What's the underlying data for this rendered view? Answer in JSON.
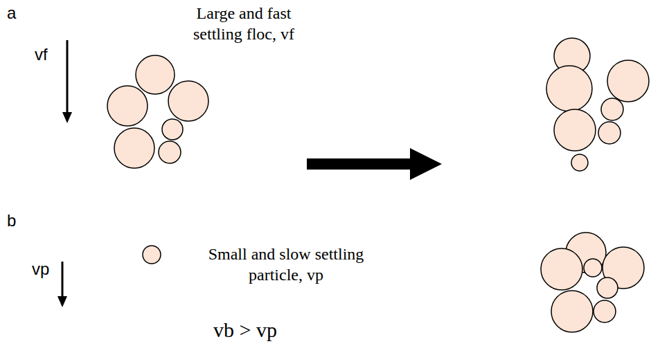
{
  "diagram": {
    "labels": [
      "a",
      "Large and fast settling floc, vf",
      "vf",
      "b",
      "Small and slow settling particle, vp",
      "vp",
      "vb > vp"
    ]
  }
}
